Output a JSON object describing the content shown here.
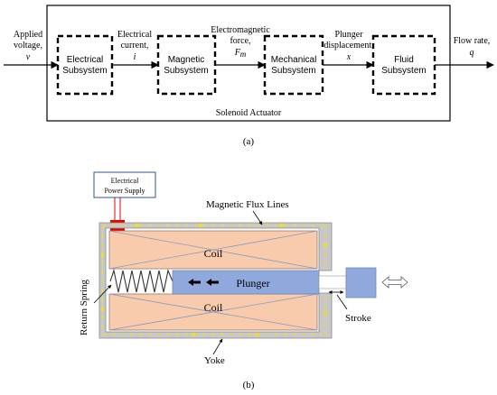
{
  "panel_a": {
    "input_label_line1": "Applied",
    "input_label_line2": "voltage,",
    "input_var": "v",
    "blocks": [
      {
        "line1": "Electrical",
        "line2": "Subsystem"
      },
      {
        "line1": "Magnetic",
        "line2": "Subsystem"
      },
      {
        "line1": "Mechanical",
        "line2": "Subsystem"
      },
      {
        "line1": "Fluid",
        "line2": "Subsystem"
      }
    ],
    "signals": [
      {
        "line1": "Electrical",
        "line2": "current,",
        "var": "i"
      },
      {
        "line1": "Electromagnetic",
        "line2": "force,",
        "var": "F",
        "sub": "m"
      },
      {
        "line1": "Plunger",
        "line2": "displacement,",
        "var": "x"
      }
    ],
    "output_label_line1": "Flow rate,",
    "output_var": "q",
    "container_label": "Solenoid Actuator",
    "caption": "(a)"
  },
  "panel_b": {
    "power_supply_line1": "Electrical",
    "power_supply_line2": "Power Supply",
    "flux_label": "Magnetic Flux Lines",
    "coil_top": "Coil",
    "coil_bottom": "Coil",
    "plunger": "Plunger",
    "return_spring": "Return Spring",
    "stroke": "Stroke",
    "yoke": "Yoke",
    "caption": "(b)",
    "colors": {
      "yoke": "#c8c8c8",
      "coil": "#f8cbad",
      "plunger": "#8fa9dc",
      "flux": "#f0e020",
      "power_terminal": "#e60000"
    }
  }
}
